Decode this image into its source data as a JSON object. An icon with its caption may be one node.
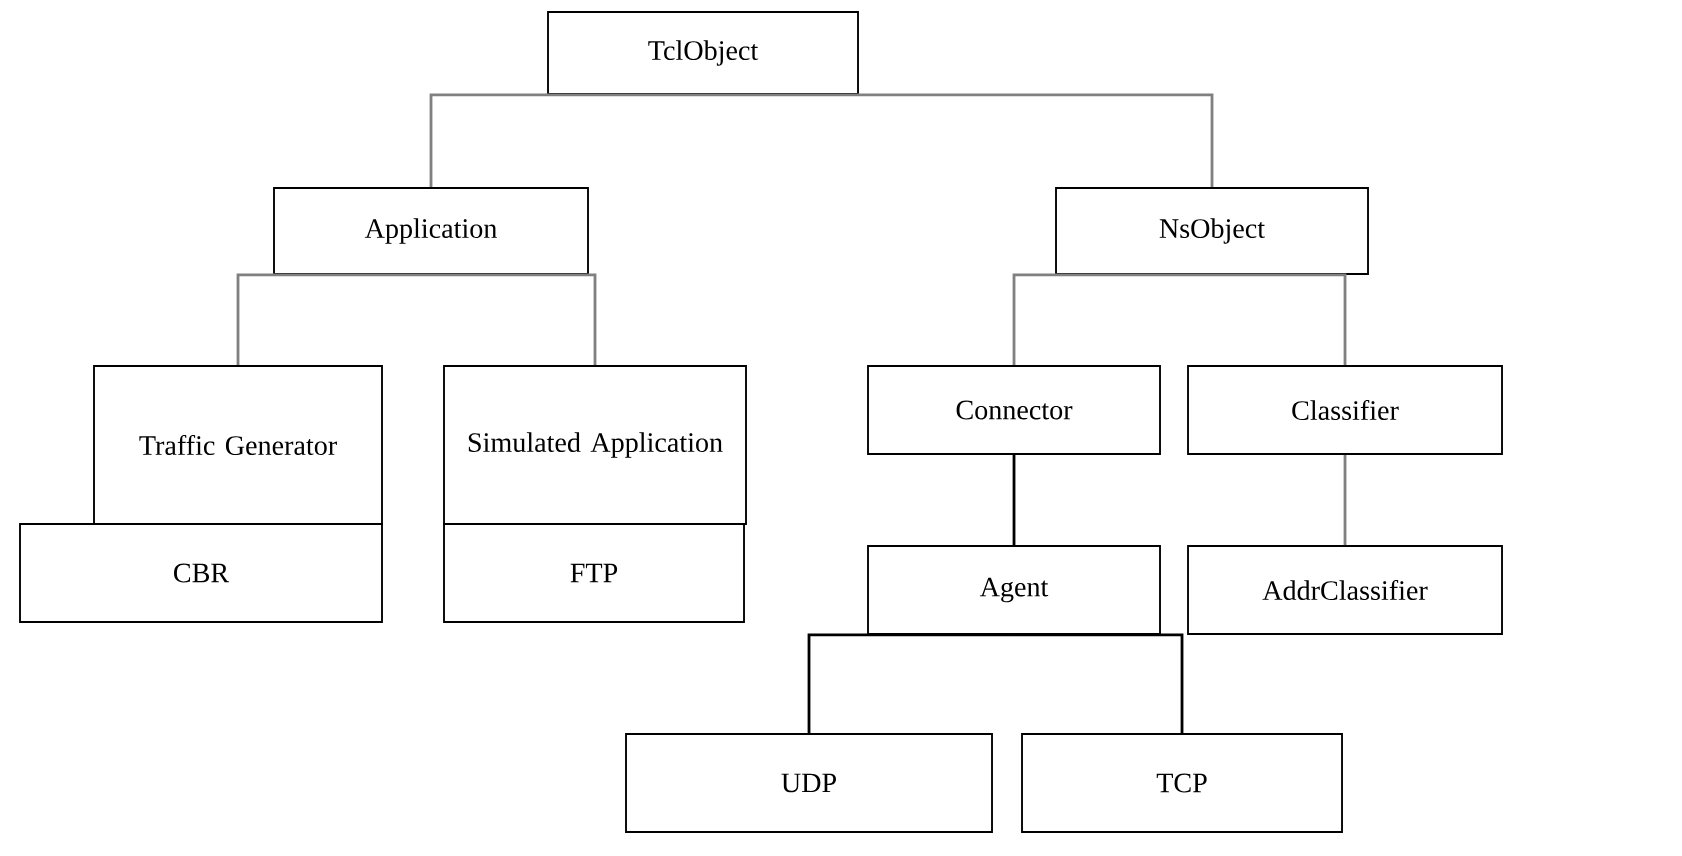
{
  "diagram": {
    "nodes": [
      {
        "text": [
          "TclObject"
        ]
      },
      {
        "text": [
          "Application"
        ]
      },
      {
        "text": [
          "NsObject"
        ]
      },
      {
        "text": [
          "Traffic Generator"
        ]
      },
      {
        "text": [
          "Simulated Application"
        ]
      },
      {
        "text": [
          "Connector"
        ]
      },
      {
        "text": [
          "Classifier"
        ]
      },
      {
        "text": [
          "CBR"
        ]
      },
      {
        "text": [
          "FTP"
        ]
      },
      {
        "text": [
          "Agent"
        ]
      },
      {
        "text": [
          "AddrClassifier"
        ]
      },
      {
        "text": [
          "UDP"
        ]
      },
      {
        "text": [
          "TCP"
        ]
      }
    ],
    "edges": [
      {
        "from": 0,
        "to": 1,
        "arrow": "none"
      },
      {
        "from": 0,
        "to": 2,
        "arrow": "none"
      },
      {
        "from": 1,
        "to": 3,
        "arrow": "none"
      },
      {
        "from": 1,
        "to": 4,
        "arrow": "none"
      },
      {
        "from": 2,
        "to": 5,
        "arrow": "none"
      },
      {
        "from": 2,
        "to": 6,
        "arrow": "none"
      },
      {
        "from": 5,
        "to": 9,
        "arrow": "none",
        "color": "#000000"
      },
      {
        "from": 6,
        "to": 10,
        "arrow": "none"
      },
      {
        "from": 9,
        "to": 11,
        "arrow": "none",
        "color": "#000000"
      },
      {
        "from": 9,
        "to": 12,
        "arrow": "none",
        "color": "#000000"
      }
    ]
  }
}
